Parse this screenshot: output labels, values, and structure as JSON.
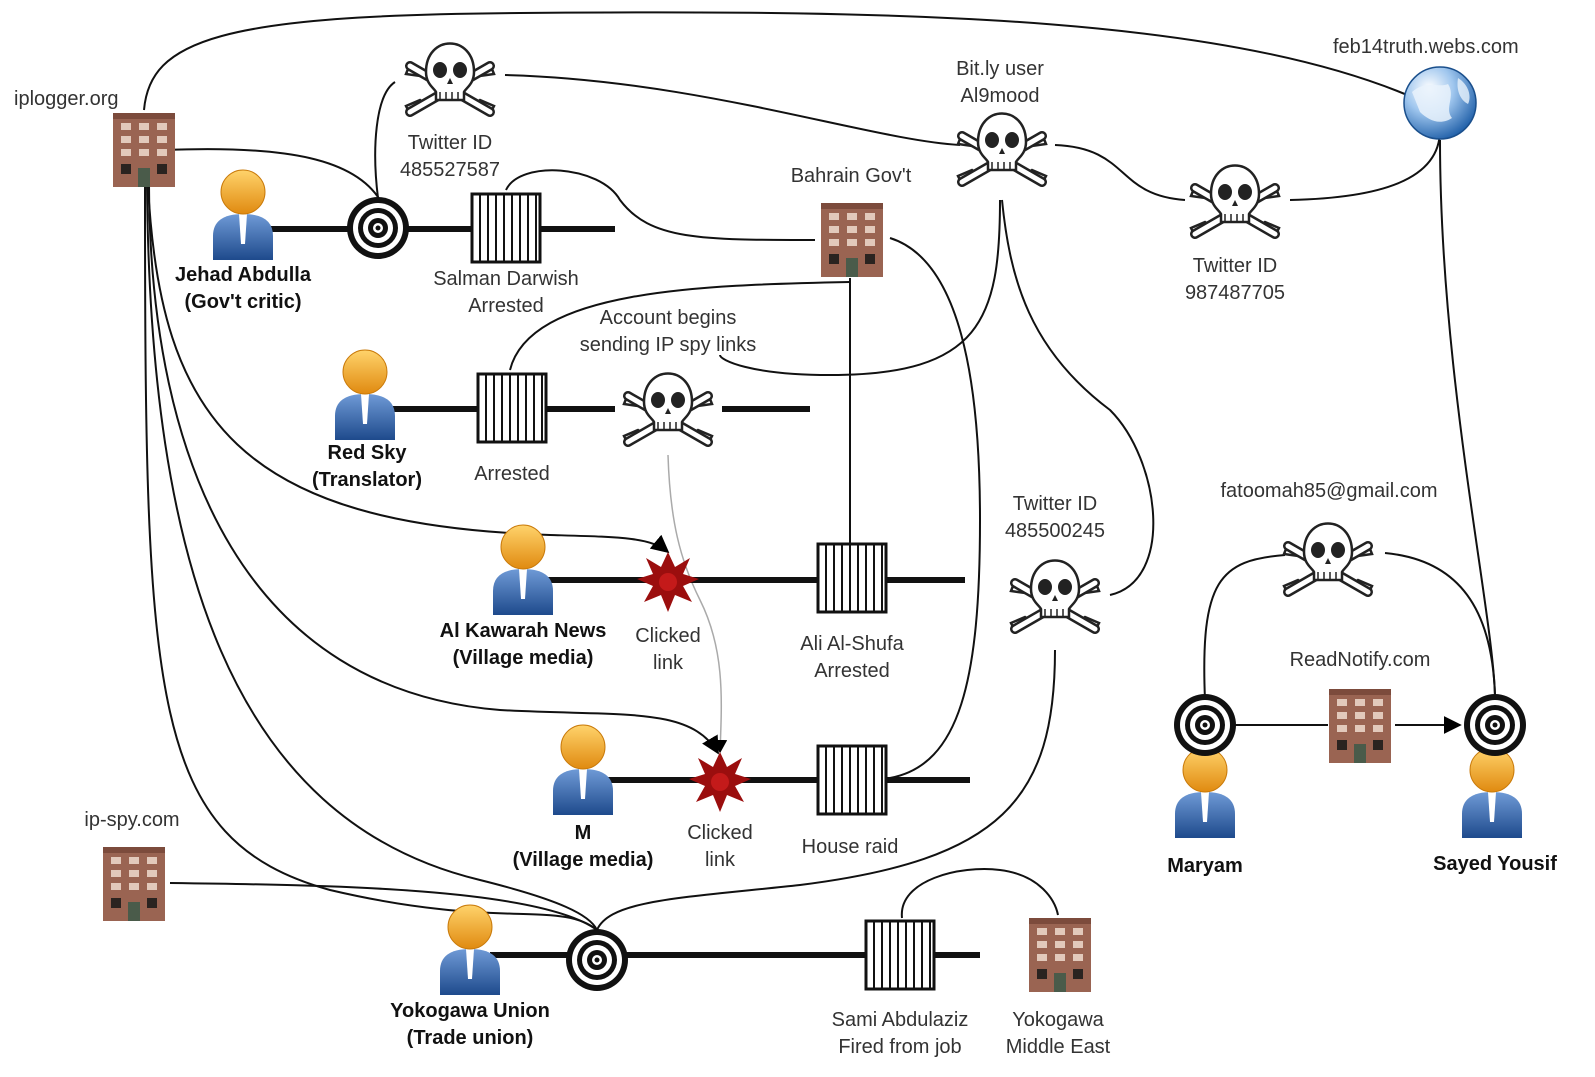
{
  "nodes": {
    "iplogger": "iplogger.org",
    "twitter_top": [
      "Twitter ID",
      "485527587"
    ],
    "bitly": [
      "Bit.ly user",
      "Al9mood"
    ],
    "feb14": "feb14truth.webs.com",
    "bahrain": "Bahrain Gov't",
    "twitter_right": [
      "Twitter ID",
      "987487705"
    ],
    "jehad": [
      "Jehad Abdulla",
      "(Gov't critic)"
    ],
    "salman": [
      "Salman Darwish",
      "Arrested"
    ],
    "account": [
      "Account begins",
      "sending IP spy links"
    ],
    "redsky": [
      "Red Sky",
      "(Translator)"
    ],
    "arrested_red": "Arrested",
    "twitter_mid": [
      "Twitter ID",
      "485500245"
    ],
    "fatoomah": "fatoomah85@gmail.com",
    "alkawarah": [
      "Al Kawarah News",
      "(Village media)"
    ],
    "clicked1": [
      "Clicked",
      "link"
    ],
    "ali": [
      "Ali Al-Shufa",
      "Arrested"
    ],
    "readnotify": "ReadNotify.com",
    "m": [
      "M",
      "(Village media)"
    ],
    "clicked2": [
      "Clicked",
      "link"
    ],
    "houseraid": "House raid",
    "maryam": "Maryam",
    "sayed": "Sayed Yousif",
    "ipspy": "ip-spy.com",
    "yokogawa_union": [
      "Yokogawa Union",
      "(Trade union)"
    ],
    "sami": [
      "Sami Abdulaziz",
      "Fired from job"
    ],
    "yokogawa_me": [
      "Yokogawa",
      "Middle East"
    ]
  }
}
